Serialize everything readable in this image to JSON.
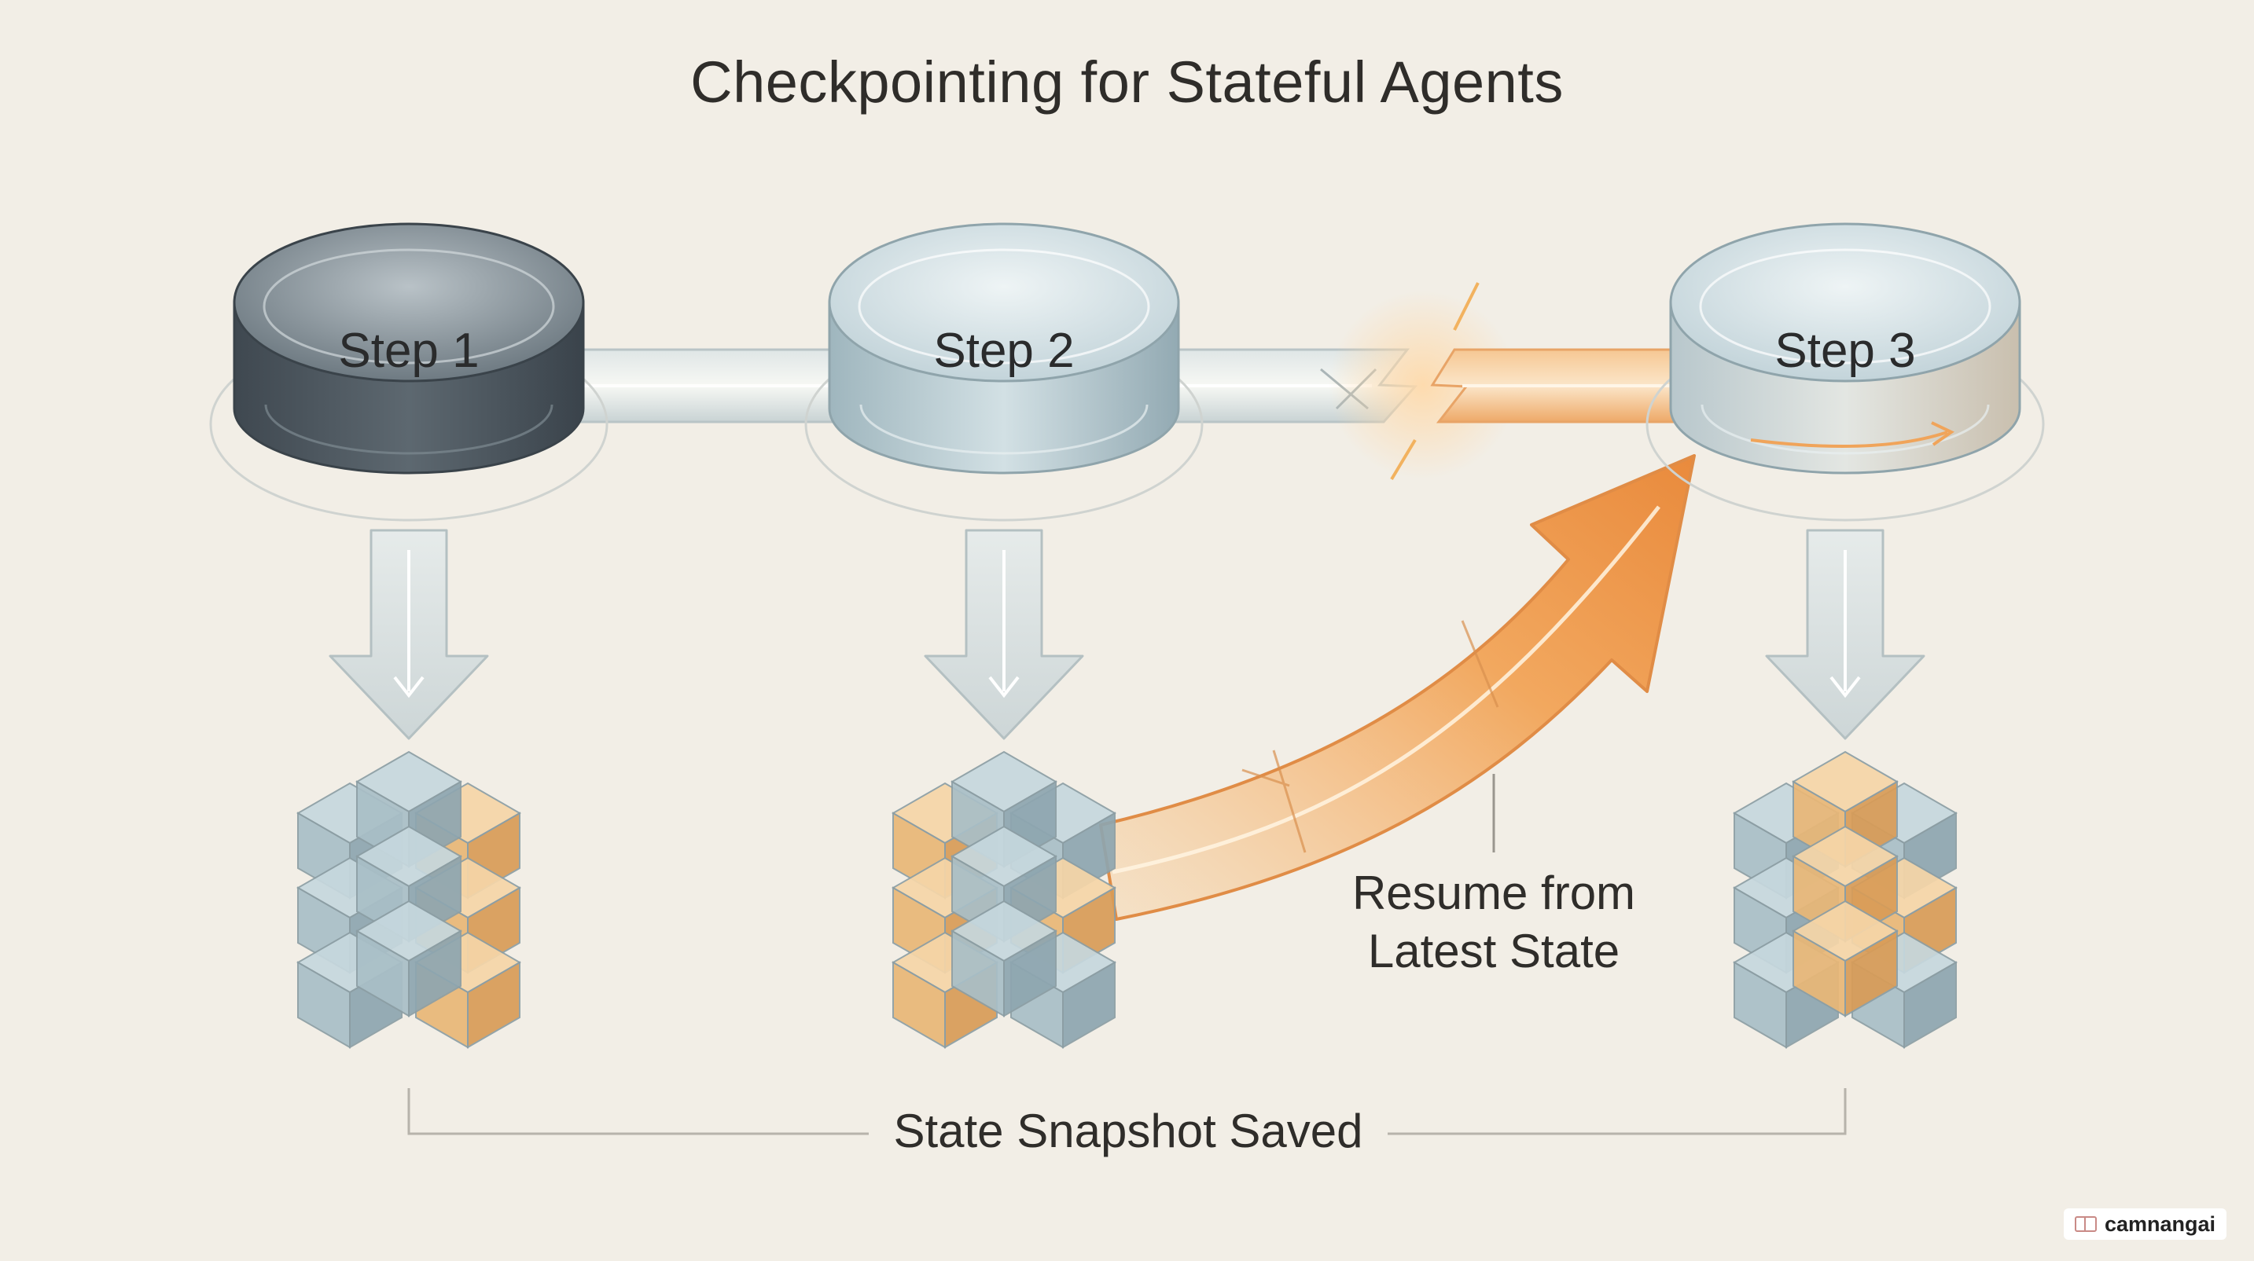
{
  "title": "Checkpointing for Stateful Agents",
  "steps": [
    {
      "label": "Step 1",
      "style": "dark"
    },
    {
      "label": "Step 2",
      "style": "glass"
    },
    {
      "label": "Step 3",
      "style": "glass"
    }
  ],
  "snapshot_caption": "State Snapshot Saved",
  "resume_label": [
    "Resume from",
    "Latest State"
  ],
  "watermark": "camnangai",
  "colors": {
    "background": "#f2eee6",
    "accent_orange": "#f0a45a",
    "dark_step": "#4f5a63",
    "glass": "#c5d6dc",
    "text": "#2f2d2a"
  }
}
